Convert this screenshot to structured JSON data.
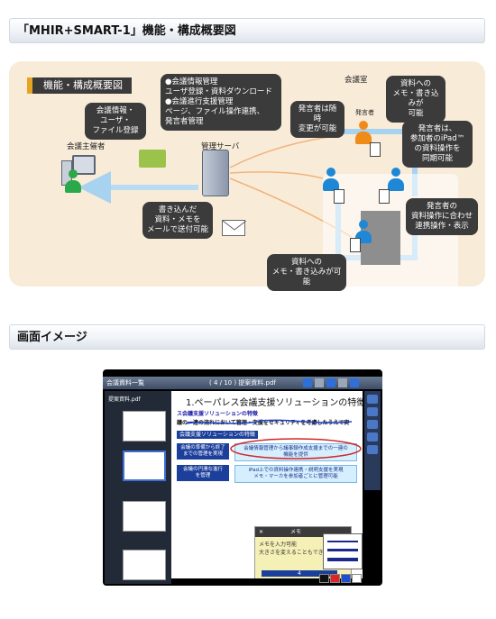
{
  "sections": {
    "overview_title": "「MHIR+SMART-1」機能・構成概要図",
    "screen_title": "画面イメージ"
  },
  "diagram": {
    "tab_label": "機能・構成概要図",
    "admin_bubble": "●会議情報管理\nユーザ登録・資料ダウンロード\n●会議進行支援管理\nページ、ファイル操作連携、\n発言者管理",
    "organizer_bubble": "会議情報・\nユーザ・\nファイル登録",
    "organizer_label": "会議主催者",
    "server_label": "管理サーバ",
    "mail_bubble": "書き込んだ\n資料・メモを\nメールで送付可能",
    "room_label": "会議室",
    "switch_bubble": "発言者は随時\n変更が可能",
    "presenter_label": "発言者",
    "memo_top_bubble": "資料への\nメモ・書き込みが\n可能",
    "ipad_bubble": "発言者は、\n参加者のiPad™\nの資料操作を\n同期可能",
    "sync_bubble": "発言者の\n資料操作に合わせ\n連携操作・表示",
    "memo_bottom_bubble": "資料への\nメモ・書き込みが可能"
  },
  "screen": {
    "topbar_title": "( 4 / 10 ) 提案資料.pdf",
    "topbar_left": "会議資料一覧",
    "thumb_header": "提案資料.pdf",
    "page_title": "1.ペーパレス会議支援ソリューションの特徴",
    "line1": "ス会議支援ソリューションの特徴",
    "line2": "議の一連の流れにおいて管理・支援をセキュリティを考慮したうえで実",
    "line3": "会議支援ソリューションの特徴",
    "cell1": "会議の準備から終了\nまでの管理を実現",
    "cell2": "会議情報管理から議事録作成支援までの一連の\n機能を提供",
    "cell3": "会議の円滑な進行\nを管理",
    "cell4": "iPad上での資料操作連携・説明支援を実現\nメモ・マーカを参加者ごとに管理可能",
    "memo_title": "メモ",
    "memo_text": "メモを入力可能\n大きさを変えることもできます。",
    "page_number": "4"
  }
}
